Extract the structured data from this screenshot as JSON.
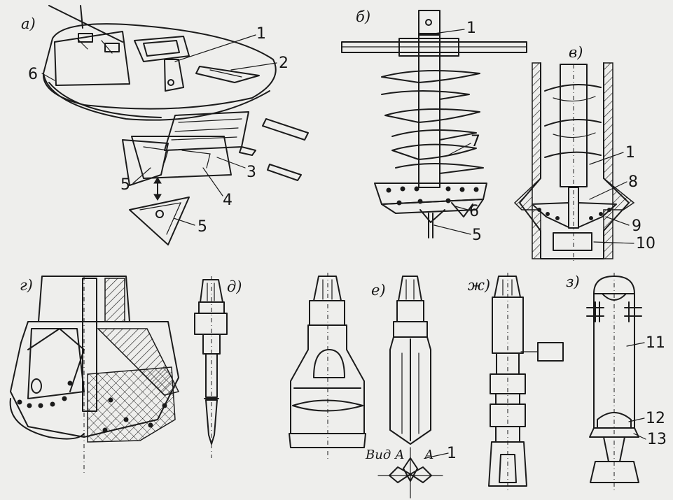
{
  "panel_labels": {
    "a": "а)",
    "b": "б)",
    "v": "в)",
    "g": "г)",
    "d": "д)",
    "e": "е)",
    "zh": "ж)",
    "z": "з)"
  },
  "view_label": "Вид А",
  "arrow_label": "А",
  "callouts": {
    "a_1": "1",
    "a_2": "2",
    "a_3": "3",
    "a_4": "4",
    "a_5a": "5",
    "a_5b": "5",
    "a_6": "6",
    "b_1": "1",
    "b_7": "7",
    "b_6": "6",
    "b_5": "5",
    "v_1": "1",
    "v_8": "8",
    "v_9": "9",
    "v_10": "10",
    "e_1": "1",
    "z_11": "11",
    "z_12": "12",
    "z_13": "13"
  }
}
